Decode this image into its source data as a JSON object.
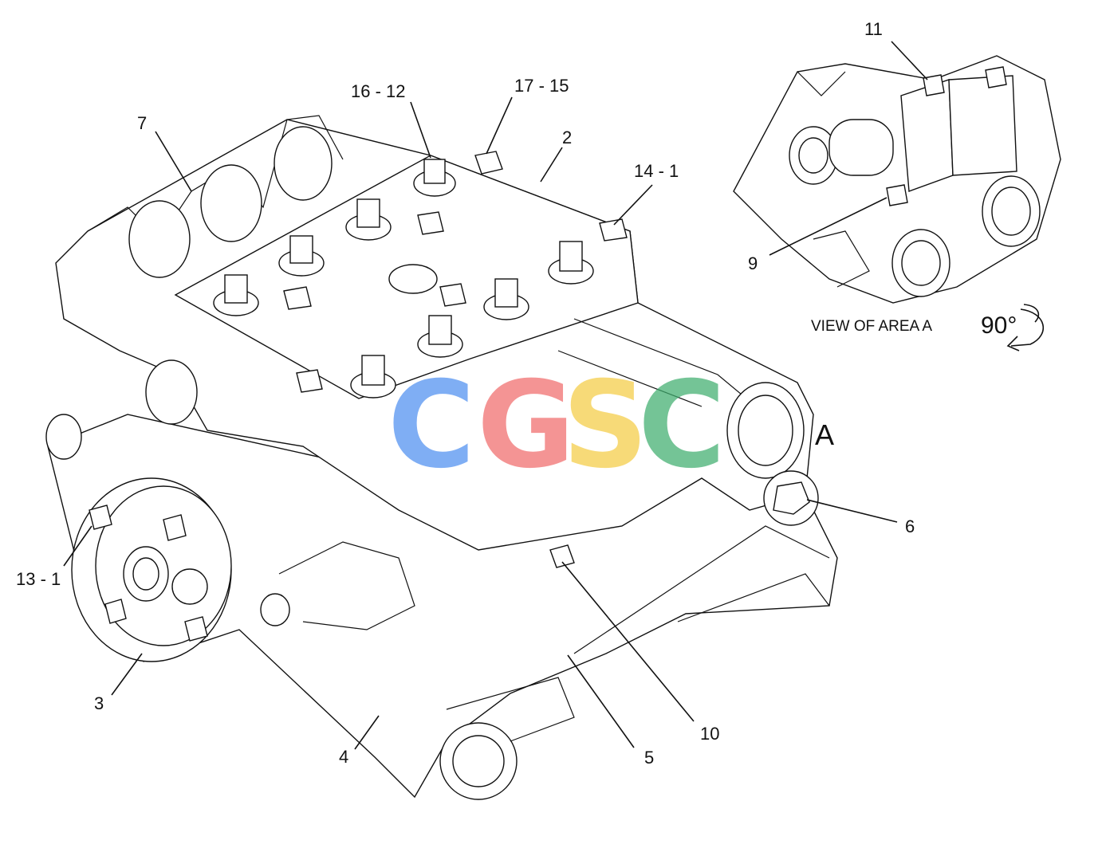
{
  "callouts": [
    {
      "id": "c7",
      "text": "7"
    },
    {
      "id": "c16-12",
      "text": "16 - 12"
    },
    {
      "id": "c17-15",
      "text": "17 - 15"
    },
    {
      "id": "c2",
      "text": "2"
    },
    {
      "id": "c14-1",
      "text": "14 - 1"
    },
    {
      "id": "c11",
      "text": "11"
    },
    {
      "id": "c9",
      "text": "9"
    },
    {
      "id": "c6",
      "text": "6"
    },
    {
      "id": "c13-1",
      "text": "13 - 1"
    },
    {
      "id": "c3",
      "text": "3"
    },
    {
      "id": "c4",
      "text": "4"
    },
    {
      "id": "c5",
      "text": "5"
    },
    {
      "id": "c10",
      "text": "10"
    }
  ],
  "area_marker": "A",
  "view_caption": "VIEW OF AREA  A",
  "rotation": "90°",
  "watermark": {
    "letters": [
      "C",
      "G",
      "S",
      "C"
    ],
    "colors": [
      "#4f8ff0",
      "#f06b6b",
      "#f5cc45",
      "#3fae6e"
    ]
  }
}
